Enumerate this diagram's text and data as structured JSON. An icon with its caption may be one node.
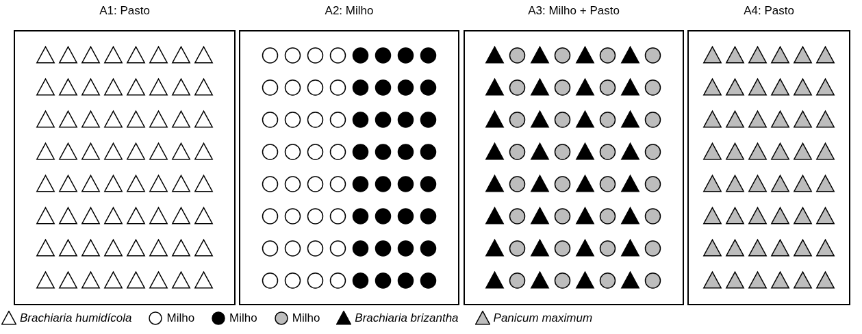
{
  "diagram": {
    "nodes": [
      {
        "text": [
          "A1: Pasto"
        ]
      },
      {
        "text": [
          "A2: Milho"
        ]
      },
      {
        "text": [
          "A3: Milho + Pasto"
        ]
      },
      {
        "text": [
          "A4: Pasto"
        ]
      }
    ],
    "legend": [
      {
        "text": "Brachiaria humidícola"
      },
      {
        "text": "Milho"
      },
      {
        "text": "Milho"
      },
      {
        "text": "Milho"
      },
      {
        "text": "Brachiaria brizantha"
      },
      {
        "text": "Panicum maximum"
      }
    ]
  }
}
